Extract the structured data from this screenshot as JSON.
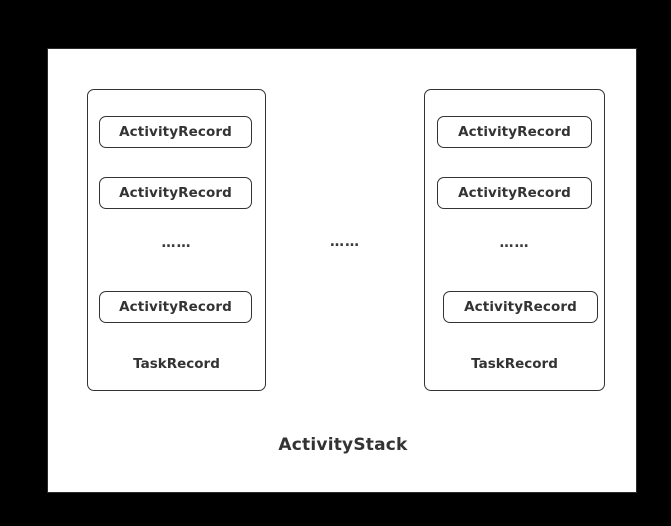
{
  "diagram": {
    "title": "ActivityStack",
    "background_color": "#000000",
    "panel_color": "#ffffff",
    "stroke_color": "#333333",
    "text_color": "#333333",
    "ellipsis": "……",
    "tasks": [
      {
        "label": "TaskRecord",
        "activities": [
          {
            "label": "ActivityRecord"
          },
          {
            "label": "ActivityRecord"
          },
          {
            "label": "ActivityRecord"
          }
        ],
        "ellipsis": "……"
      },
      {
        "label": "TaskRecord",
        "activities": [
          {
            "label": "ActivityRecord"
          },
          {
            "label": "ActivityRecord"
          },
          {
            "label": "ActivityRecord"
          }
        ],
        "ellipsis": "……"
      }
    ]
  }
}
